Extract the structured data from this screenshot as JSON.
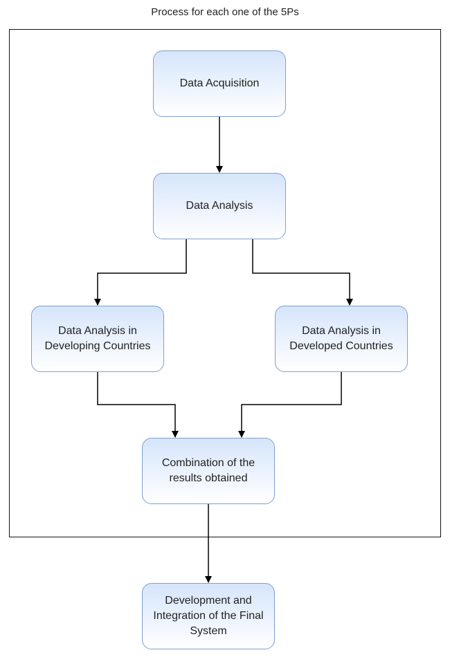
{
  "title": "Process for each one of the 5Ps",
  "nodes": {
    "acquisition": "Data Acquisition",
    "analysis": "Data Analysis",
    "developing": "Data Analysis in Developing Countries",
    "developed": "Data Analysis in Developed Countries",
    "combination": "Combination of the results obtained",
    "final": "Development and Integration of the Final System"
  },
  "colors": {
    "border": "#7d9fcf",
    "fill_top": "#d6e5fb",
    "fill_bottom": "#ffffff"
  }
}
